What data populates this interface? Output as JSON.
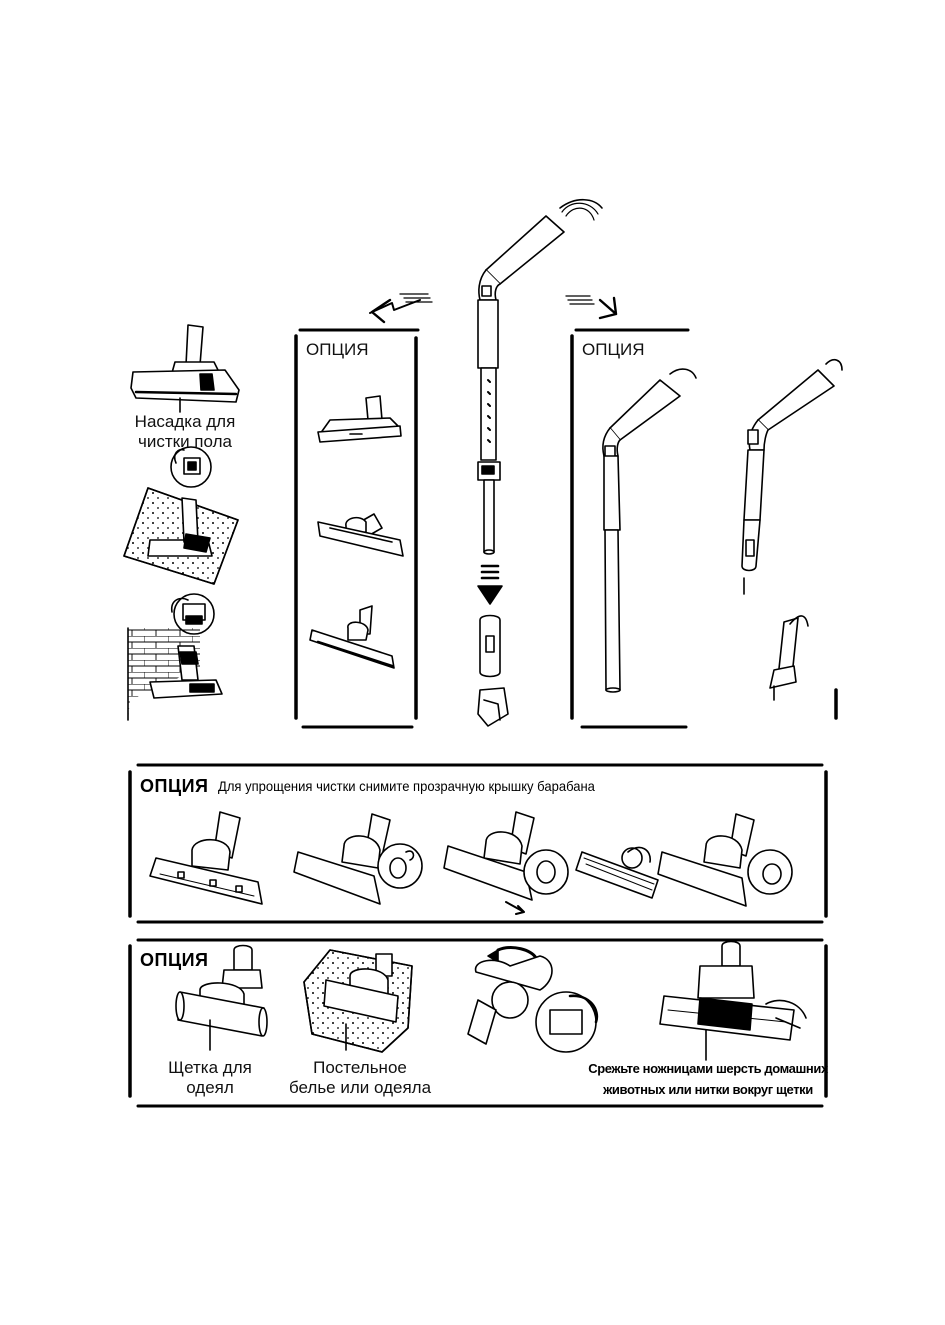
{
  "top": {
    "floor_nozzle_label_line1": "Насадка для",
    "floor_nozzle_label_line2": "чистки пола",
    "option_left": "ОПЦИЯ",
    "option_right": "ОПЦИЯ"
  },
  "middle": {
    "option_title": "ОПЦИЯ",
    "instruction": "Для упрощения чистки снимите прозрачную крышку барабана"
  },
  "bottom": {
    "option_title": "ОПЦИЯ",
    "brush_label_line1": "Щетка для",
    "brush_label_line2": "одеял",
    "bedding_label_line1": "Постельное",
    "bedding_label_line2": "белье или одеяла",
    "scissors_caption_line1": "Срежьте ножницами шерсть домашних",
    "scissors_caption_line2": "животных или нитки вокруг щетки"
  }
}
